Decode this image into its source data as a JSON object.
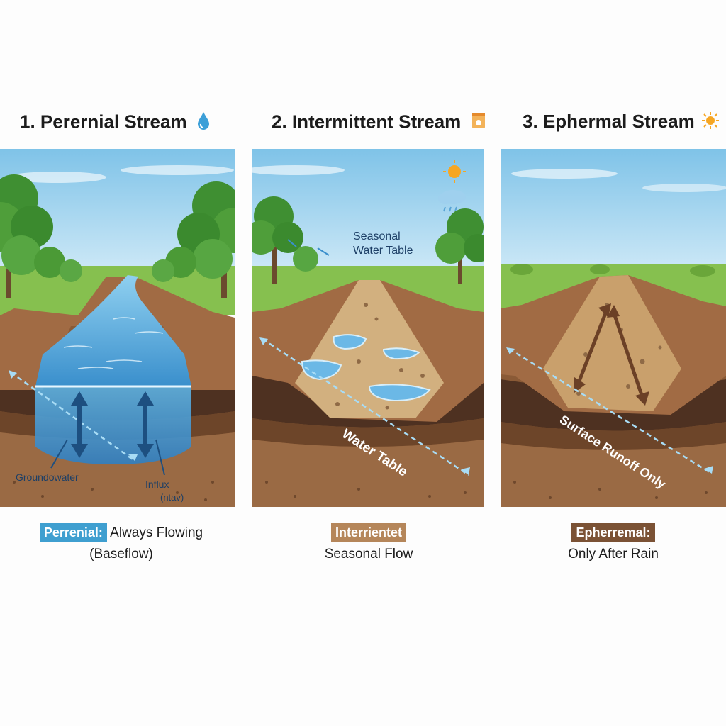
{
  "panels": [
    {
      "title": "1. Perernial Stream",
      "labels": {
        "groundwater": "Groundowater",
        "influx": "Influx",
        "influx_sub": "(ntav)"
      },
      "caption": {
        "tag": "Perrenial:",
        "line1": "Always Flowing",
        "line2": "(Baseflow)"
      },
      "tag_color": "#3f9fd0"
    },
    {
      "title": "2. Intermittent Stream",
      "labels": {
        "seasonal_1": "Seasonal",
        "seasonal_2": "Water Table",
        "water_table": "Water Table"
      },
      "caption": {
        "tag": "Interrientet",
        "line1": "Seasonal Flow"
      },
      "tag_color": "#b5865a"
    },
    {
      "title": "3. Ephermal Stream",
      "labels": {
        "runoff": "Surface Runoff Only"
      },
      "caption": {
        "tag": "Epherremal:",
        "line1": "Only After Rain"
      },
      "tag_color": "#7b5235"
    }
  ]
}
